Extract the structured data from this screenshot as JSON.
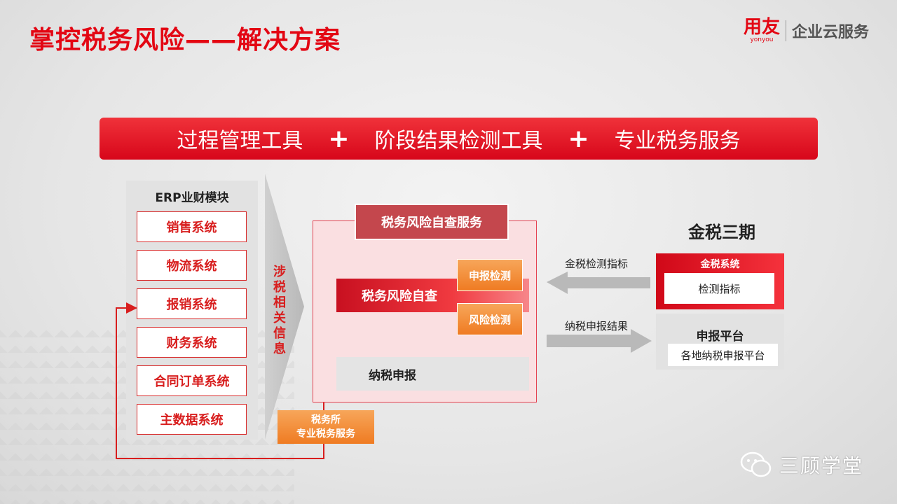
{
  "slide": {
    "title": "掌控税务风险——解决方案",
    "logo": {
      "brand": "用友",
      "brand_sub": "yonyou",
      "tagline": "企业云服务"
    },
    "banner": {
      "item1": "过程管理工具",
      "plus": "+",
      "item2": "阶段结果检测工具",
      "item3": "专业税务服务"
    },
    "erp": {
      "title": "ERP业财模块",
      "systems": [
        "销售系统",
        "物流系统",
        "报销系统",
        "财务系统",
        "合同订单系统",
        "主数据系统"
      ]
    },
    "info_label": "涉税相关信息",
    "self_check": {
      "header": "税务风险自查服务",
      "main": "税务风险自查",
      "check1": "申报检测",
      "check2": "风险检测",
      "filing": "纳税申报"
    },
    "jinshui": {
      "title": "金税三期",
      "system": "金税系统",
      "indicator": "检测指标",
      "arrow_label": "金税检测指标"
    },
    "declare": {
      "arrow_label": "纳税申报结果",
      "platform": "申报平台",
      "sub": "各地纳税申报平台"
    },
    "tax_firm": {
      "line1": "税务所",
      "line2": "专业税务服务"
    },
    "watermark": "三顾学堂",
    "colors": {
      "accent": "#e30613",
      "orange": "#ef7b22"
    }
  }
}
